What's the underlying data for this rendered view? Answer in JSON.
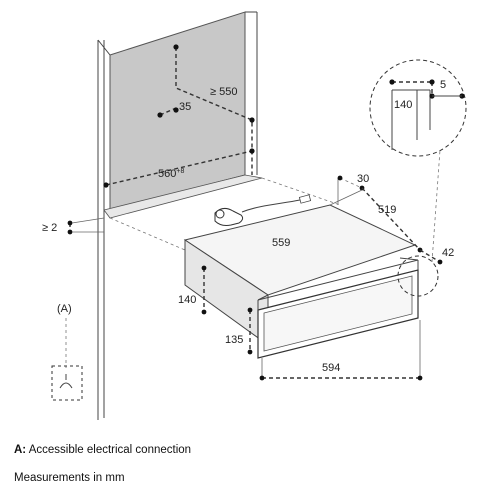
{
  "dimensions": {
    "depth_min": "≥ 550",
    "recess_height": "35",
    "niche_width": "560",
    "niche_width_tolerance": "+8",
    "gap_min": "≥ 2",
    "offset_top": "30",
    "depth_519": "519",
    "body_width": "559",
    "front_offset": "42",
    "body_height": "140",
    "front_height": "135",
    "front_width": "594",
    "detail_width": "5",
    "detail_height": "140"
  },
  "labels": {
    "callout_a": "(A)"
  },
  "legend": {
    "a_key": "A:",
    "a_text": " Accessible electrical connection",
    "units": "Measurements in mm"
  }
}
